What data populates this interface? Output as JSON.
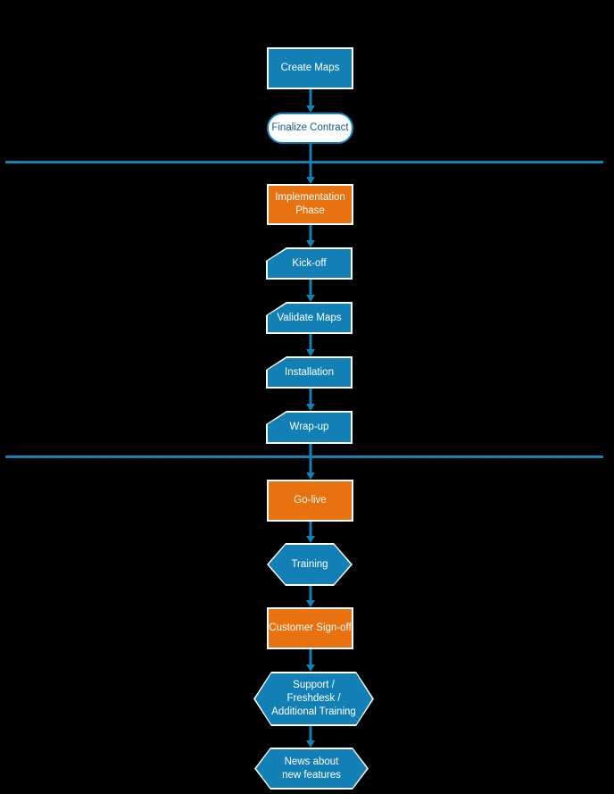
{
  "colors": {
    "background": "#000000",
    "process_blue": "#1380B5",
    "milestone_orange": "#E8720F",
    "shape_border_white": "#FFFFFF",
    "terminator_border_blue": "#1380B5",
    "terminator_text_blue": "#175E7E",
    "connector_blue": "#1380B5",
    "divider_blue": "#1380B5"
  },
  "nodes": {
    "create_maps": {
      "label": "Create Maps",
      "shape": "rectangle",
      "fill": "blue"
    },
    "finalize_contract": {
      "label": "Finalize Contract",
      "shape": "terminator",
      "fill": "white"
    },
    "implementation_phase": {
      "lines": [
        "Implementation",
        "Phase"
      ],
      "shape": "rectangle",
      "fill": "orange"
    },
    "kick_off": {
      "label": "Kick-off",
      "shape": "card",
      "fill": "blue"
    },
    "validate_maps": {
      "label": "Validate Maps",
      "shape": "card",
      "fill": "blue"
    },
    "installation": {
      "label": "Installation",
      "shape": "card",
      "fill": "blue"
    },
    "wrap_up": {
      "label": "Wrap-up",
      "shape": "card",
      "fill": "blue"
    },
    "go_live": {
      "label": "Go-live",
      "shape": "rectangle",
      "fill": "orange"
    },
    "training": {
      "label": "Training",
      "shape": "hexagon",
      "fill": "blue"
    },
    "customer_sign_off": {
      "label": "Customer Sign-off",
      "shape": "rectangle",
      "fill": "orange"
    },
    "support_freshdesk": {
      "lines": [
        "Support /",
        "Freshdesk /",
        "Additional Training"
      ],
      "shape": "hexagon",
      "fill": "blue"
    },
    "news_features": {
      "lines": [
        "News about",
        "new features"
      ],
      "shape": "hexagon",
      "fill": "blue"
    }
  },
  "connectors": {
    "count": 11,
    "direction": "down"
  },
  "phase_dividers": {
    "count": 2
  }
}
